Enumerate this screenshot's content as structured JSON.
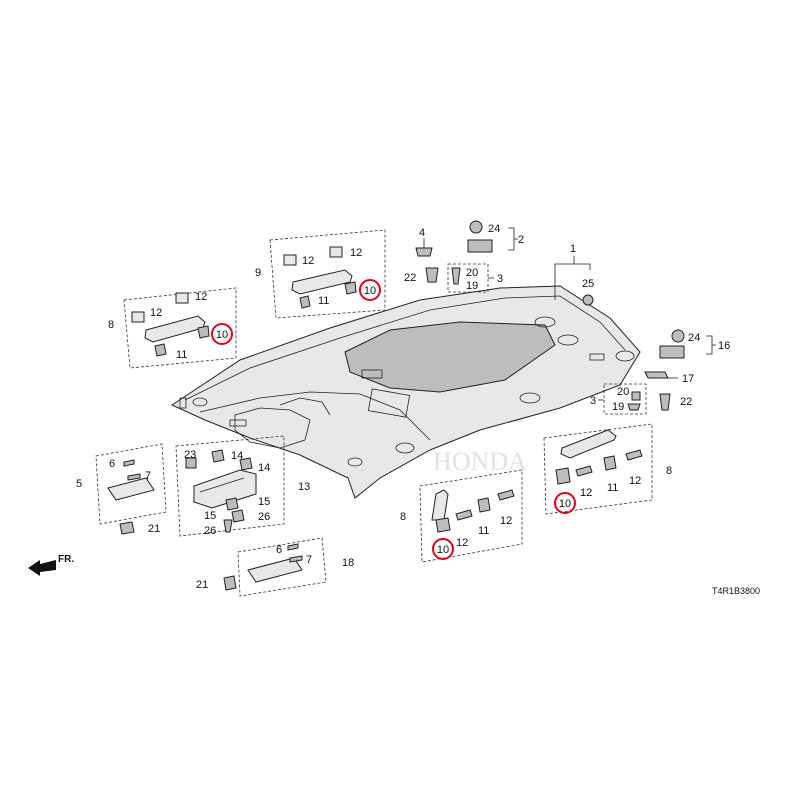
{
  "diagram_code": "T4R1B3800",
  "front_arrow_label": "FR.",
  "watermark_text": "HONDA",
  "highlight_color": "#e0001a",
  "labels": {
    "p1": "1",
    "p2": "2",
    "p3a": "3",
    "p3b": "3",
    "p4": "4",
    "p5": "5",
    "p6a": "6",
    "p6b": "6",
    "p7a": "7",
    "p7b": "7",
    "p8a": "8",
    "p8b": "8",
    "p8c": "8",
    "p9": "9",
    "p10a": "10",
    "p10b": "10",
    "p10c": "10",
    "p10d": "10",
    "p11a": "11",
    "p11b": "11",
    "p11c": "11",
    "p11d": "11",
    "p12a": "12",
    "p12b": "12",
    "p12c": "12",
    "p12d": "12",
    "p12e": "12",
    "p12f": "12",
    "p12g": "12",
    "p12h": "12",
    "p13": "13",
    "p14a": "14",
    "p14b": "14",
    "p15a": "15",
    "p15b": "15",
    "p16": "16",
    "p17": "17",
    "p18": "18",
    "p19a": "19",
    "p19b": "19",
    "p20a": "20",
    "p20b": "20",
    "p21a": "21",
    "p21b": "21",
    "p22a": "22",
    "p22b": "22",
    "p23": "23",
    "p24a": "24",
    "p24b": "24",
    "p25": "25",
    "p26a": "26",
    "p26b": "26"
  }
}
